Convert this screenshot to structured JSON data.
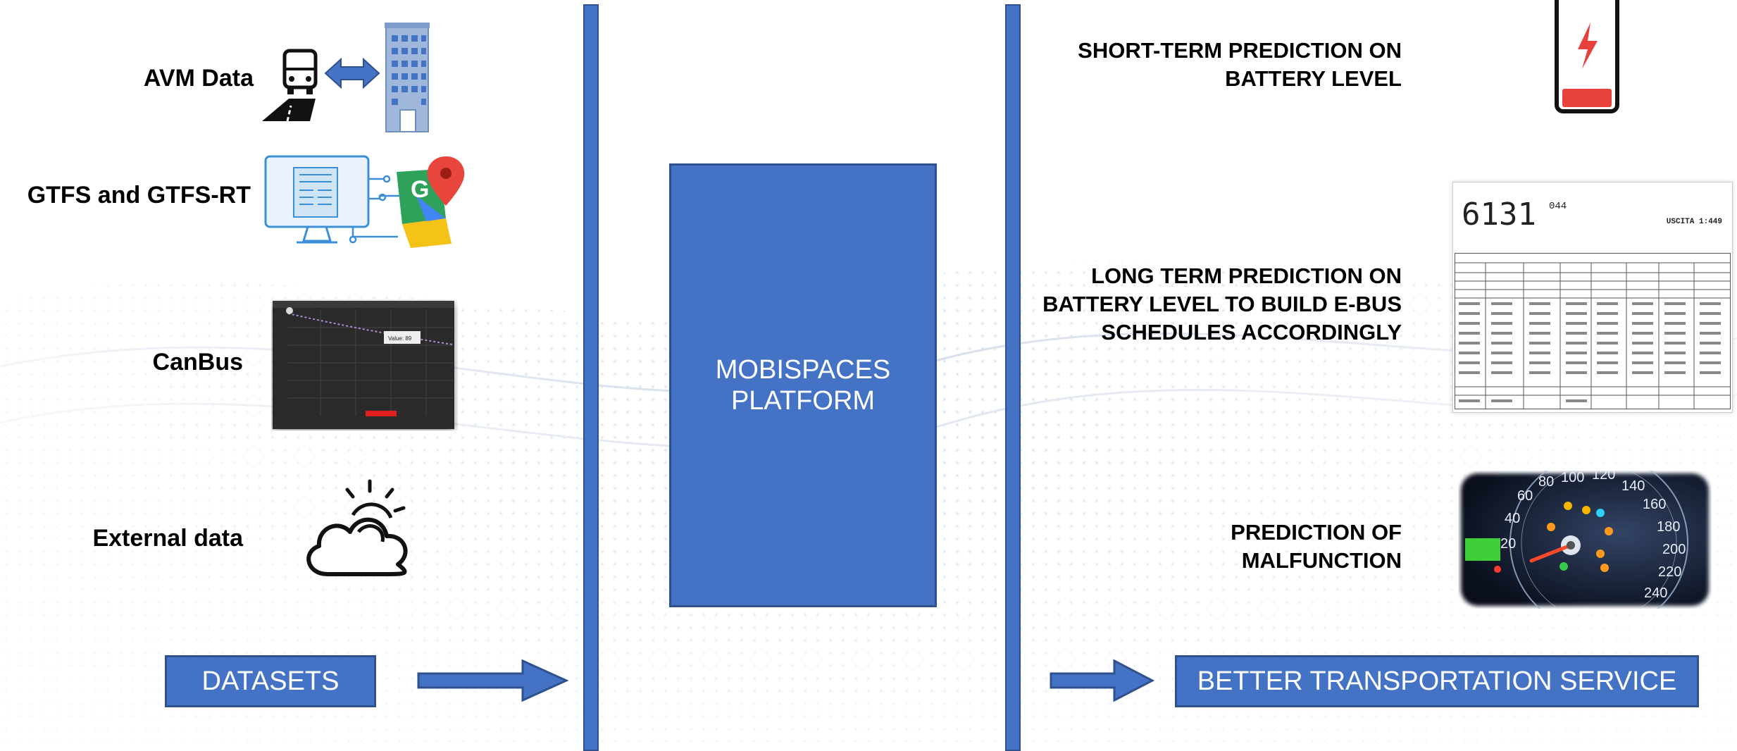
{
  "inputs": {
    "avm_label": "AVM Data",
    "gtfs_label": "GTFS and GTFS-RT",
    "canbus_label": "CanBus",
    "external_label": "External data"
  },
  "datasets_label": "DATASETS",
  "platform_label": "MOBISPACES\nPLATFORM",
  "outputs": {
    "short_term": "SHORT-TERM PREDICTION ON\nBATTERY LEVEL",
    "long_term": "LONG TERM PREDICTION ON\nBATTERY LEVEL TO BUILD E-BUS\nSCHEDULES ACCORDINGLY",
    "malfunction": "PREDICTION OF\nMALFUNCTION"
  },
  "service_label": "BETTER TRANSPORTATION SERVICE",
  "schedule_card": {
    "number": "6131",
    "line": "044",
    "exit": "USCITA 1:449"
  },
  "canbus_chart": {
    "tooltip_label": "Value: 89"
  },
  "speedometer_ticks": [
    "20",
    "40",
    "60",
    "80",
    "100",
    "120",
    "140",
    "160",
    "180",
    "200",
    "220",
    "240"
  ],
  "colors": {
    "accent": "#4472c4",
    "accent_border": "#2f528f",
    "battery_red": "#e8403a"
  }
}
